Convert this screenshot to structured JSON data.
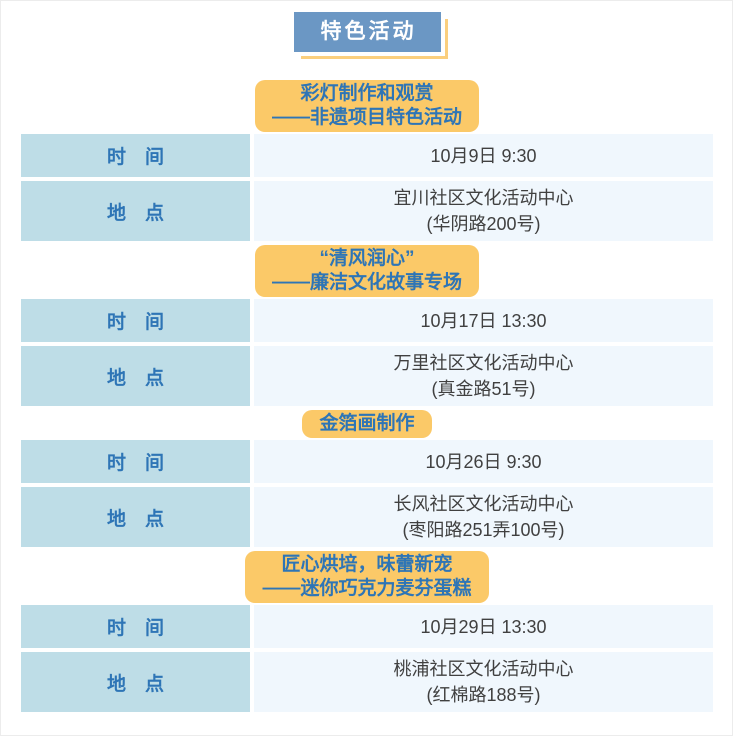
{
  "page": {
    "title": "特色活动"
  },
  "colors": {
    "header_bg": "#6b97c4",
    "header_text": "#ffffff",
    "accent_yellow": "#fbc968",
    "offset_line_yellow": "#fbcf7e",
    "label_cell_bg": "#bedde7",
    "value_cell_bg": "#f0f7fd",
    "text_blue": "#2e75b6",
    "text_dark": "#404040"
  },
  "activities": [
    {
      "title_lines": [
        "彩灯制作和观赏",
        "——非遗项目特色活动"
      ],
      "time_label": "时　间",
      "time_value": "10月9日 9:30",
      "place_label": "地　点",
      "place_lines": [
        "宜川社区文化活动中心",
        "(华阴路200号)"
      ]
    },
    {
      "title_lines": [
        "“清风润心”",
        "——廉洁文化故事专场"
      ],
      "time_label": "时　间",
      "time_value": "10月17日 13:30",
      "place_label": "地　点",
      "place_lines": [
        "万里社区文化活动中心",
        "(真金路51号)"
      ]
    },
    {
      "title_lines": [
        "金箔画制作"
      ],
      "time_label": "时　间",
      "time_value": "10月26日 9:30",
      "place_label": "地　点",
      "place_lines": [
        "长风社区文化活动中心",
        "(枣阳路251弄100号)"
      ]
    },
    {
      "title_lines": [
        "匠心烘培，味蕾新宠",
        "——迷你巧克力麦芬蛋糕"
      ],
      "time_label": "时　间",
      "time_value": "10月29日 13:30",
      "place_label": "地　点",
      "place_lines": [
        "桃浦社区文化活动中心",
        "(红棉路188号)"
      ]
    }
  ]
}
